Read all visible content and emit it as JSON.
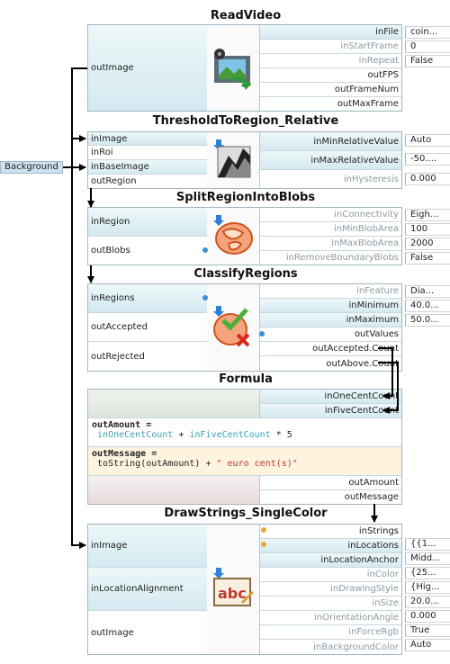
{
  "background_label": "Background",
  "nodes": {
    "read_video": {
      "title": "ReadVideo",
      "in": [
        "outImage"
      ],
      "out": [
        "inFile",
        "inStartFrame",
        "inRepeat",
        "outFPS",
        "outFrameNum",
        "outMaxFrame"
      ],
      "values": [
        "coin...",
        "0",
        "False"
      ]
    },
    "threshold": {
      "title": "ThresholdToRegion_Relative",
      "in": [
        "inImage",
        "inRoi",
        "inBaseImage",
        "outRegion"
      ],
      "out": [
        "inMinRelativeValue",
        "inMaxRelativeValue",
        "inHysteresis"
      ],
      "values": [
        "Auto",
        "-50....",
        "0.000"
      ]
    },
    "split": {
      "title": "SplitRegionIntoBlobs",
      "in": [
        "inRegion",
        "outBlobs"
      ],
      "out": [
        "inConnectivity",
        "inMinBlobArea",
        "inMaxBlobArea",
        "inRemoveBoundaryBlobs"
      ],
      "values": [
        "Eigh...",
        "100",
        "2000",
        "False"
      ]
    },
    "classify": {
      "title": "ClassifyRegions",
      "in": [
        "inRegions",
        "outAccepted",
        "outRejected"
      ],
      "out": [
        "inFeature",
        "inMinimum",
        "inMaximum",
        "outValues",
        "outAccepted.Count",
        "outAbove.Count"
      ],
      "values": [
        "Dia...",
        "40.0...",
        "50.0..."
      ]
    },
    "formula": {
      "title": "Formula",
      "in_top": [
        "inOneCentCount",
        "inFiveCentCount"
      ],
      "code1": {
        "lhs": "outAmount =",
        "a": "inOneCentCount",
        "plus": " + ",
        "b": "inFiveCentCount",
        "tail": " * 5"
      },
      "code2": {
        "lhs": "outMessage =",
        "pre": "toString(outAmount) + ",
        "str": "\" euro cent(s)\""
      },
      "out_bottom": [
        "outAmount",
        "outMessage"
      ]
    },
    "draw": {
      "title": "DrawStrings_SingleColor",
      "in": [
        "inImage",
        "inLocationAlignment",
        "outImage"
      ],
      "out": [
        "inStrings",
        "inLocations",
        "inLocationAnchor",
        "inColor",
        "inDrawingStyle",
        "inSize",
        "inOrientationAngle",
        "inForceRgb",
        "inBackgroundColor"
      ],
      "values": [
        "{{1...",
        "Midd...",
        "{25...",
        "{Hig...",
        "20.0...",
        "0.000",
        "True",
        "Auto"
      ]
    }
  },
  "icons": {
    "read_video": "film-reel-icon",
    "threshold": "threshold-icon",
    "split": "split-blobs-icon",
    "classify": "classify-regions-icon",
    "draw": "draw-strings-icon"
  },
  "colors": {
    "wire": "#000000",
    "port_highlight": "#d3eaf0",
    "border": "#9fb6c4"
  }
}
